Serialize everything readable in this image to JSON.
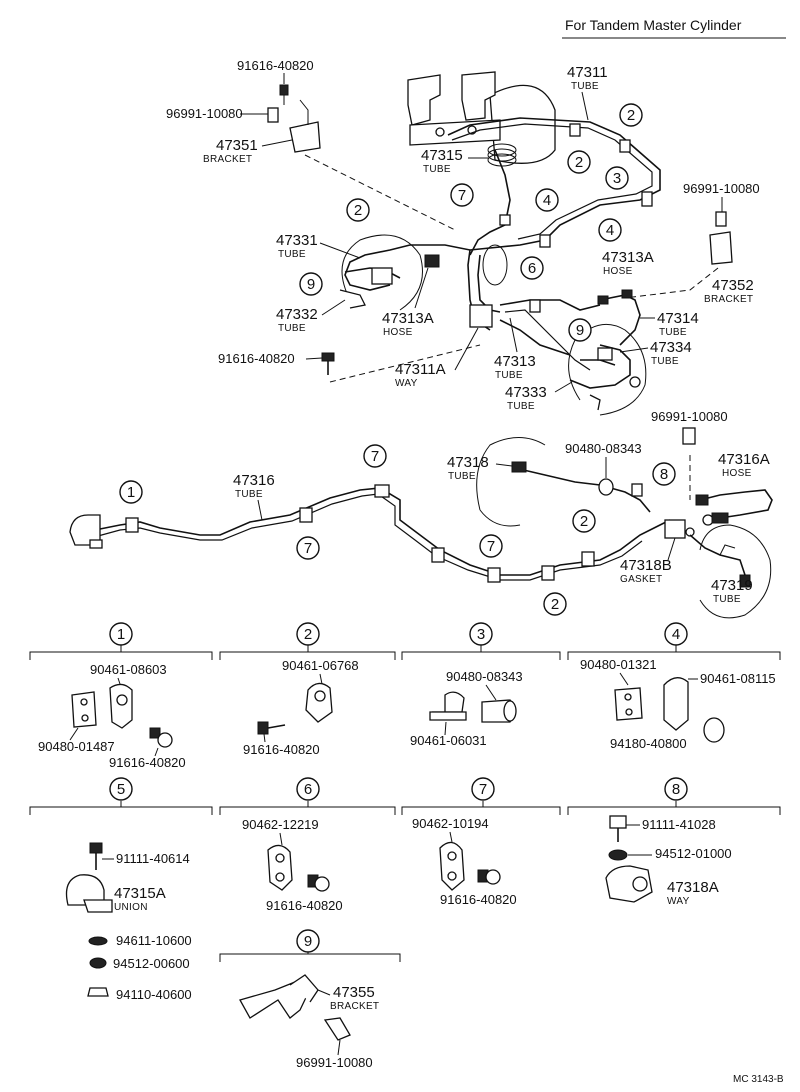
{
  "header": {
    "title": "For Tandem Master Cylinder"
  },
  "corner_code": "MC 3143-B",
  "callouts": {
    "n47311": "47311",
    "n47311_sub": "TUBE",
    "n91616_top": "91616-40820",
    "n96991_top": "96991-10080",
    "n47351": "47351",
    "n47351_sub": "BRACKET",
    "n47315": "47315",
    "n47315_sub": "TUBE",
    "n96991_right": "96991-10080",
    "n47331": "47331",
    "n47331_sub": "TUBE",
    "n47313a_r": "47313A",
    "n47313a_r_sub": "HOSE",
    "n47352": "47352",
    "n47352_sub": "BRACKET",
    "n47332": "47332",
    "n47332_sub": "TUBE",
    "n47313a_l": "47313A",
    "n47313a_l_sub": "HOSE",
    "n47314": "47314",
    "n47314_sub": "TUBE",
    "n47334": "47334",
    "n47334_sub": "TUBE",
    "n91616_mid": "91616-40820",
    "n47311a": "47311A",
    "n47311a_sub": "WAY",
    "n47313": "47313",
    "n47313_sub": "TUBE",
    "n47333": "47333",
    "n47333_sub": "TUBE",
    "n96991_mid": "96991-10080",
    "n47318": "47318",
    "n47318_sub": "TUBE",
    "n90480_08343_mid": "90480-08343",
    "n47316a": "47316A",
    "n47316a_sub": "HOSE",
    "n47316": "47316",
    "n47316_sub": "TUBE",
    "n47318b": "47318B",
    "n47318b_sub": "GASKET",
    "n47319": "47319",
    "n47319_sub": "TUBE"
  },
  "circle_labels": {
    "c2a": "2",
    "c2b": "2",
    "c3a": "3",
    "c7a": "7",
    "c2c": "2",
    "c4a": "4",
    "c4b": "4",
    "c6a": "6",
    "c9a": "9",
    "c9b": "9",
    "c7b": "7",
    "c1a": "1",
    "c7c": "7",
    "c8a": "8",
    "c2d": "2",
    "c7d": "7",
    "c2e": "2"
  },
  "detail_groups": [
    {
      "id": "1",
      "parts": [
        "90461-08603",
        "90480-01487",
        "91616-40820"
      ]
    },
    {
      "id": "2",
      "parts": [
        "90461-06768",
        "91616-40820"
      ]
    },
    {
      "id": "3",
      "parts": [
        "90480-08343",
        "90461-06031"
      ]
    },
    {
      "id": "4",
      "parts": [
        "90480-01321",
        "90461-08115",
        "94180-40800"
      ]
    },
    {
      "id": "5",
      "parts": [
        "91111-40614",
        "47315A",
        "UNION",
        "94611-10600",
        "94512-00600",
        "94110-40600"
      ]
    },
    {
      "id": "6",
      "parts": [
        "90462-12219",
        "91616-40820"
      ]
    },
    {
      "id": "7",
      "parts": [
        "90462-10194",
        "91616-40820"
      ]
    },
    {
      "id": "8",
      "parts": [
        "91111-41028",
        "94512-01000",
        "47318A",
        "WAY"
      ]
    },
    {
      "id": "9",
      "parts": [
        "47355",
        "BRACKET",
        "96991-10080"
      ]
    }
  ]
}
